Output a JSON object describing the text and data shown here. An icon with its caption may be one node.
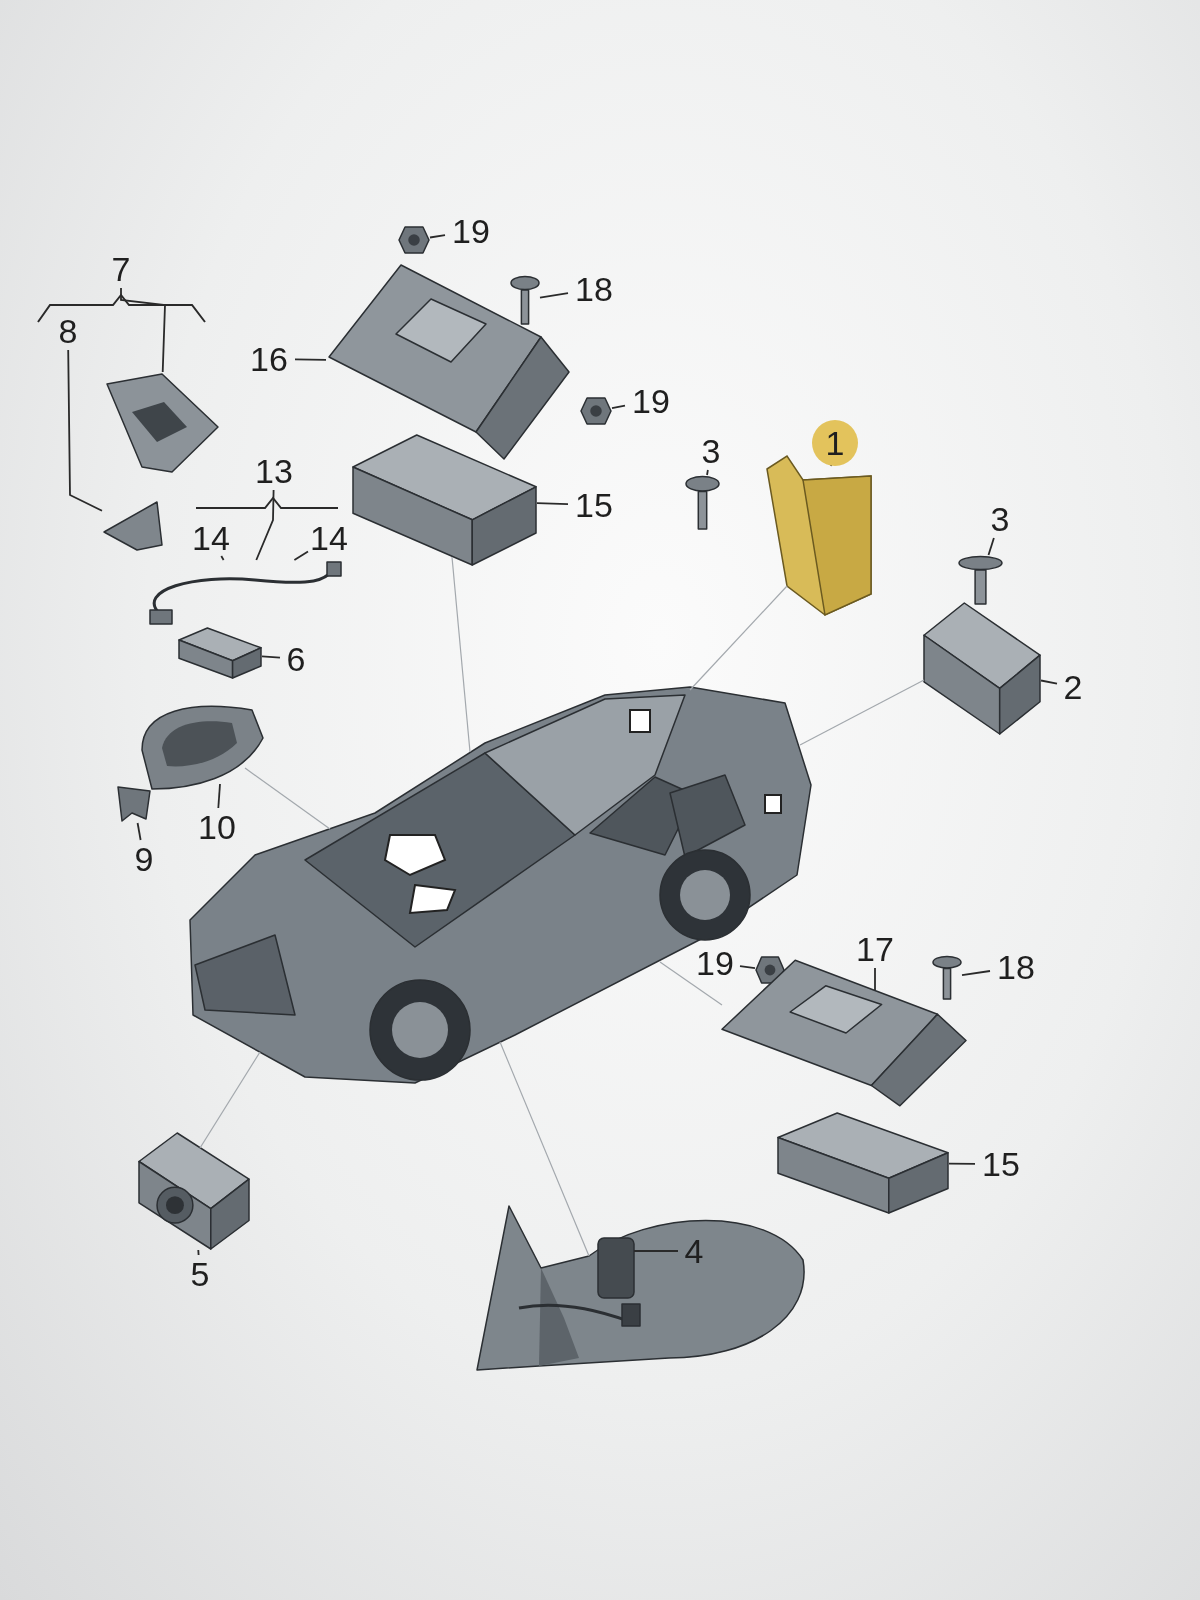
{
  "diagram": {
    "nodes": [
      {
        "text": [
          "19"
        ]
      },
      {
        "text": [],
        "shape": "picture"
      },
      {
        "text": [
          "18"
        ]
      },
      {
        "text": [],
        "shape": "picture"
      },
      {
        "text": [
          "7"
        ]
      },
      {
        "text": [
          "8"
        ]
      },
      {
        "text": [
          "16"
        ]
      },
      {
        "text": [],
        "shape": "picture"
      },
      {
        "text": [
          "19"
        ]
      },
      {
        "text": [],
        "shape": "picture"
      },
      {
        "text": [],
        "shape": "picture"
      },
      {
        "text": [
          "3"
        ]
      },
      {
        "text": [
          "1"
        ]
      },
      {
        "text": [],
        "shape": "picture"
      },
      {
        "text": [
          "13"
        ]
      },
      {
        "text": [
          "14"
        ]
      },
      {
        "text": [
          "14"
        ]
      },
      {
        "text": [
          "15"
        ]
      },
      {
        "text": [],
        "shape": "picture"
      },
      {
        "text": [],
        "shape": "picture"
      },
      {
        "text": [],
        "shape": "picture"
      },
      {
        "text": [
          "3"
        ]
      },
      {
        "text": [],
        "shape": "picture"
      },
      {
        "text": [],
        "shape": "picture"
      },
      {
        "text": [],
        "shape": "picture"
      },
      {
        "text": [
          "6"
        ]
      },
      {
        "text": [],
        "shape": "picture"
      },
      {
        "text": [
          "2"
        ]
      },
      {
        "text": [],
        "shape": "picture"
      },
      {
        "text": [],
        "shape": "picture"
      },
      {
        "text": [
          "10"
        ]
      },
      {
        "text": [],
        "shape": "picture"
      },
      {
        "text": [
          "9"
        ]
      },
      {
        "text": [
          "17"
        ]
      },
      {
        "text": [
          "19"
        ]
      },
      {
        "text": [],
        "shape": "picture"
      },
      {
        "text": [
          "18"
        ]
      },
      {
        "text": [],
        "shape": "picture"
      },
      {
        "text": [],
        "shape": "picture"
      },
      {
        "text": [],
        "shape": "picture"
      },
      {
        "text": [
          "15"
        ]
      },
      {
        "text": [],
        "shape": "picture"
      },
      {
        "text": [
          "5"
        ]
      },
      {
        "text": [],
        "shape": "picture"
      },
      {
        "text": [],
        "shape": "picture",
        "in": 43
      },
      {
        "text": [
          "4"
        ],
        "in": 43
      }
    ],
    "edges": [
      {
        "from": 0,
        "to": 1,
        "arrow": "none"
      },
      {
        "from": 2,
        "to": 3,
        "arrow": "none"
      },
      {
        "from": 4,
        "to": 10,
        "arrow": "none"
      },
      {
        "from": 5,
        "to": 20,
        "arrow": "none"
      },
      {
        "from": 6,
        "to": 7,
        "arrow": "none"
      },
      {
        "from": 8,
        "to": 9,
        "arrow": "none"
      },
      {
        "from": 11,
        "to": 19,
        "arrow": "none"
      },
      {
        "from": 12,
        "to": 13,
        "arrow": "none"
      },
      {
        "from": 14,
        "to": 23,
        "arrow": "none"
      },
      {
        "from": 15,
        "to": 23,
        "arrow": "none"
      },
      {
        "from": 16,
        "to": 23,
        "arrow": "none"
      },
      {
        "from": 17,
        "to": 18,
        "arrow": "none"
      },
      {
        "from": 21,
        "to": 22,
        "arrow": "none"
      },
      {
        "from": 25,
        "to": 24,
        "arrow": "none"
      },
      {
        "from": 27,
        "to": 26,
        "arrow": "none"
      },
      {
        "from": 30,
        "to": 29,
        "arrow": "none"
      },
      {
        "from": 32,
        "to": 31,
        "arrow": "none"
      },
      {
        "from": 33,
        "to": 38,
        "arrow": "none"
      },
      {
        "from": 34,
        "to": 35,
        "arrow": "none"
      },
      {
        "from": 36,
        "to": 37,
        "arrow": "none"
      },
      {
        "from": 40,
        "to": 39,
        "arrow": "none"
      },
      {
        "from": 42,
        "to": 41,
        "arrow": "none"
      },
      {
        "from": 45,
        "to": 44,
        "arrow": "none"
      },
      {
        "from": 13,
        "to": 28,
        "arrow": "none",
        "color": "#a3a8ad"
      },
      {
        "from": 26,
        "to": 28,
        "arrow": "none",
        "color": "#a3a8ad"
      },
      {
        "from": 18,
        "to": 28,
        "arrow": "none",
        "color": "#a3a8ad"
      },
      {
        "from": 29,
        "to": 28,
        "arrow": "none",
        "color": "#a3a8ad"
      },
      {
        "from": 41,
        "to": 28,
        "arrow": "none",
        "color": "#a3a8ad"
      },
      {
        "from": 43,
        "to": 28,
        "arrow": "none",
        "color": "#a3a8ad"
      },
      {
        "from": 38,
        "to": 28,
        "arrow": "none",
        "color": "#a3a8ad"
      }
    ]
  }
}
